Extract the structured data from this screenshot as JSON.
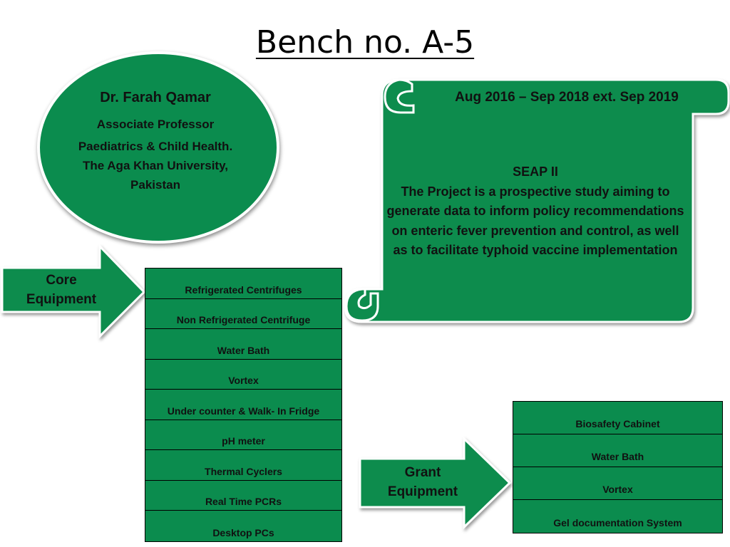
{
  "title": "Bench no. A-5",
  "person": {
    "name": "Dr. Farah Qamar",
    "position": "Associate Professor",
    "affiliation": "Paediatrics & Child Health. The Aga  Khan University, Pakistan"
  },
  "project": {
    "dates": "Aug 2016 – Sep 2018 ext. Sep 2019",
    "name": "SEAP II",
    "description": "The Project is a prospective study aiming to generate data to inform policy recommendations on enteric fever prevention and control, as well as to facilitate typhoid vaccine implementation"
  },
  "core_equipment": {
    "label": "Core Equipment",
    "items": [
      "Refrigerated Centrifuges",
      "Non Refrigerated Centrifuge",
      "Water Bath",
      "Vortex",
      "Under counter & Walk- In Fridge",
      "pH meter",
      "Thermal Cyclers",
      "Real Time PCRs",
      "Desktop PCs"
    ]
  },
  "grant_equipment": {
    "label": "Grant Equipment",
    "items": [
      "Biosafety Cabinet",
      "Water Bath",
      "Vortex",
      "Gel documentation System"
    ]
  },
  "colors": {
    "fill": "#0b8c4e",
    "text": "#111111"
  }
}
